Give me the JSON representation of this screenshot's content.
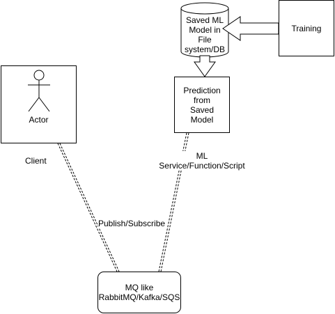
{
  "nodes": {
    "db": {
      "label": "Saved ML\nModel in\nFile\nsystem/DB"
    },
    "training": {
      "label": "Training"
    },
    "actor": {
      "label": "Actor"
    },
    "prediction": {
      "label": "Prediction\nfrom\nSaved\nModel"
    },
    "mq": {
      "label": "MQ like\nRabbitMQ/Kafka/SQS"
    }
  },
  "edge_labels": {
    "client": "Client",
    "ml_service": "ML\nService/Function/Script",
    "pubsub": "Publish/Subscribe"
  }
}
